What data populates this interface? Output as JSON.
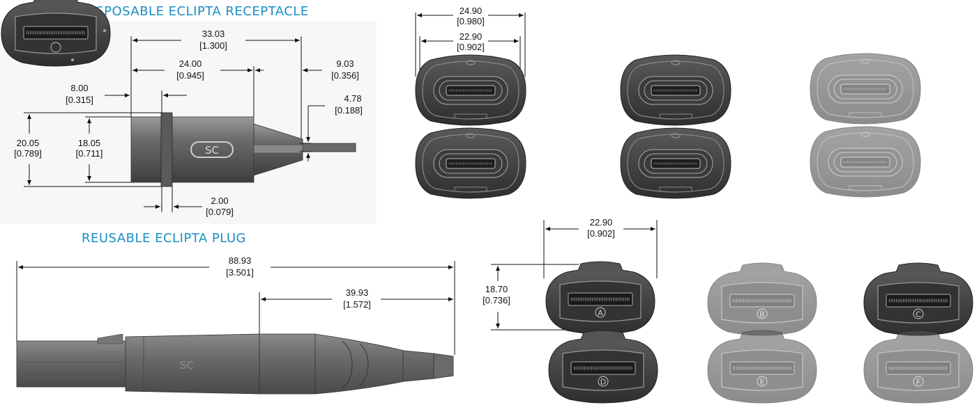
{
  "titles": {
    "receptacle": "DISPOSABLE ECLIPTA RECEPTACLE",
    "plug": "REUSABLE ECLIPTA PLUG"
  },
  "receptacle_dims": {
    "overall_len": {
      "mm": "33.03",
      "in": "[1.300]"
    },
    "body_len": {
      "mm": "24.00",
      "in": "[0.945]"
    },
    "tail_len": {
      "mm": "9.03",
      "in": "[0.356]"
    },
    "flange_pos": {
      "mm": "8.00",
      "in": "[0.315]"
    },
    "tail_h": {
      "mm": "4.78",
      "in": "[0.188]"
    },
    "outer_h": {
      "mm": "20.05",
      "in": "[0.789]"
    },
    "inner_h": {
      "mm": "18.05",
      "in": "[0.711]"
    },
    "flange_w": {
      "mm": "2.00",
      "in": "[0.079]"
    },
    "logo": "SC"
  },
  "receptacle_face_dims": {
    "outer_w": {
      "mm": "24.90",
      "in": "[0.980]"
    },
    "inner_w": {
      "mm": "22.90",
      "in": "[0.902]"
    }
  },
  "plug_dims": {
    "overall_len": {
      "mm": "88.93",
      "in": "[3.501]"
    },
    "grip_len": {
      "mm": "39.93",
      "in": "[1.572]"
    },
    "logo": "SC"
  },
  "plug_face_dims": {
    "width": {
      "mm": "22.90",
      "in": "[0.902]"
    },
    "height": {
      "mm": "18.70",
      "in": "[0.736]"
    }
  },
  "plug_keys": [
    "A",
    "B",
    "C",
    "D",
    "E",
    "F"
  ],
  "colors": {
    "title": "#1a8fc4",
    "body_dark": "#4a4a4a",
    "body_mid": "#6e6e6e",
    "body_light": "#9a9a9a"
  }
}
